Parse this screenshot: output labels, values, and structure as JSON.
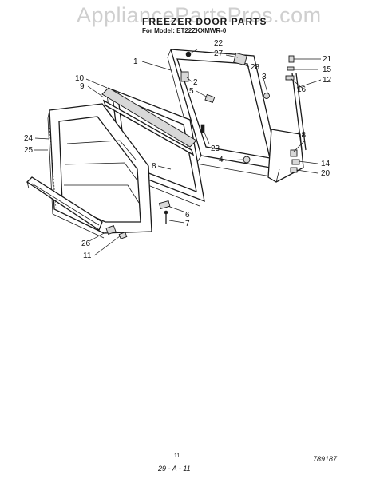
{
  "watermark": "AppliancePartsPros.com",
  "header": {
    "title": "FREEZER DOOR PARTS",
    "subtitle": "For Model: ET22ZKXMWR-0"
  },
  "callouts": [
    "1",
    "2",
    "3",
    "4",
    "5",
    "6",
    "7",
    "8",
    "9",
    "10",
    "11",
    "12",
    "14",
    "15",
    "16",
    "18",
    "20",
    "21",
    "22",
    "23",
    "24",
    "25",
    "26",
    "27",
    "28"
  ],
  "footer": {
    "page": "11",
    "code": "29 - A - 11",
    "drawing_id": "789187"
  }
}
